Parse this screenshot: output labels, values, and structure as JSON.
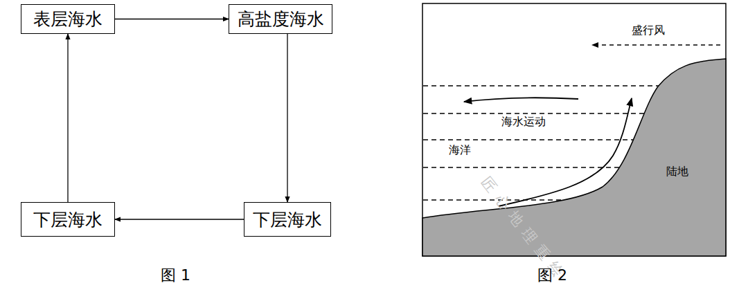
{
  "diagram": {
    "nodes": [
      {
        "text": [
          "表层海水"
        ]
      },
      {
        "text": [
          "高盐度海水"
        ]
      },
      {
        "text": [
          "下层海水"
        ]
      },
      {
        "text": [
          "下层海水"
        ]
      }
    ],
    "edges": [
      {
        "from": 0,
        "to": 1,
        "arrow": "to"
      },
      {
        "from": 1,
        "to": 2,
        "arrow": "to"
      },
      {
        "from": 2,
        "to": 3,
        "arrow": "to"
      },
      {
        "from": 3,
        "to": 0,
        "arrow": "to"
      }
    ],
    "labels": [
      "盛行风",
      "海水运动",
      "海洋",
      "陆地",
      "匠心地理重绘",
      "图 1",
      "图 2"
    ]
  }
}
